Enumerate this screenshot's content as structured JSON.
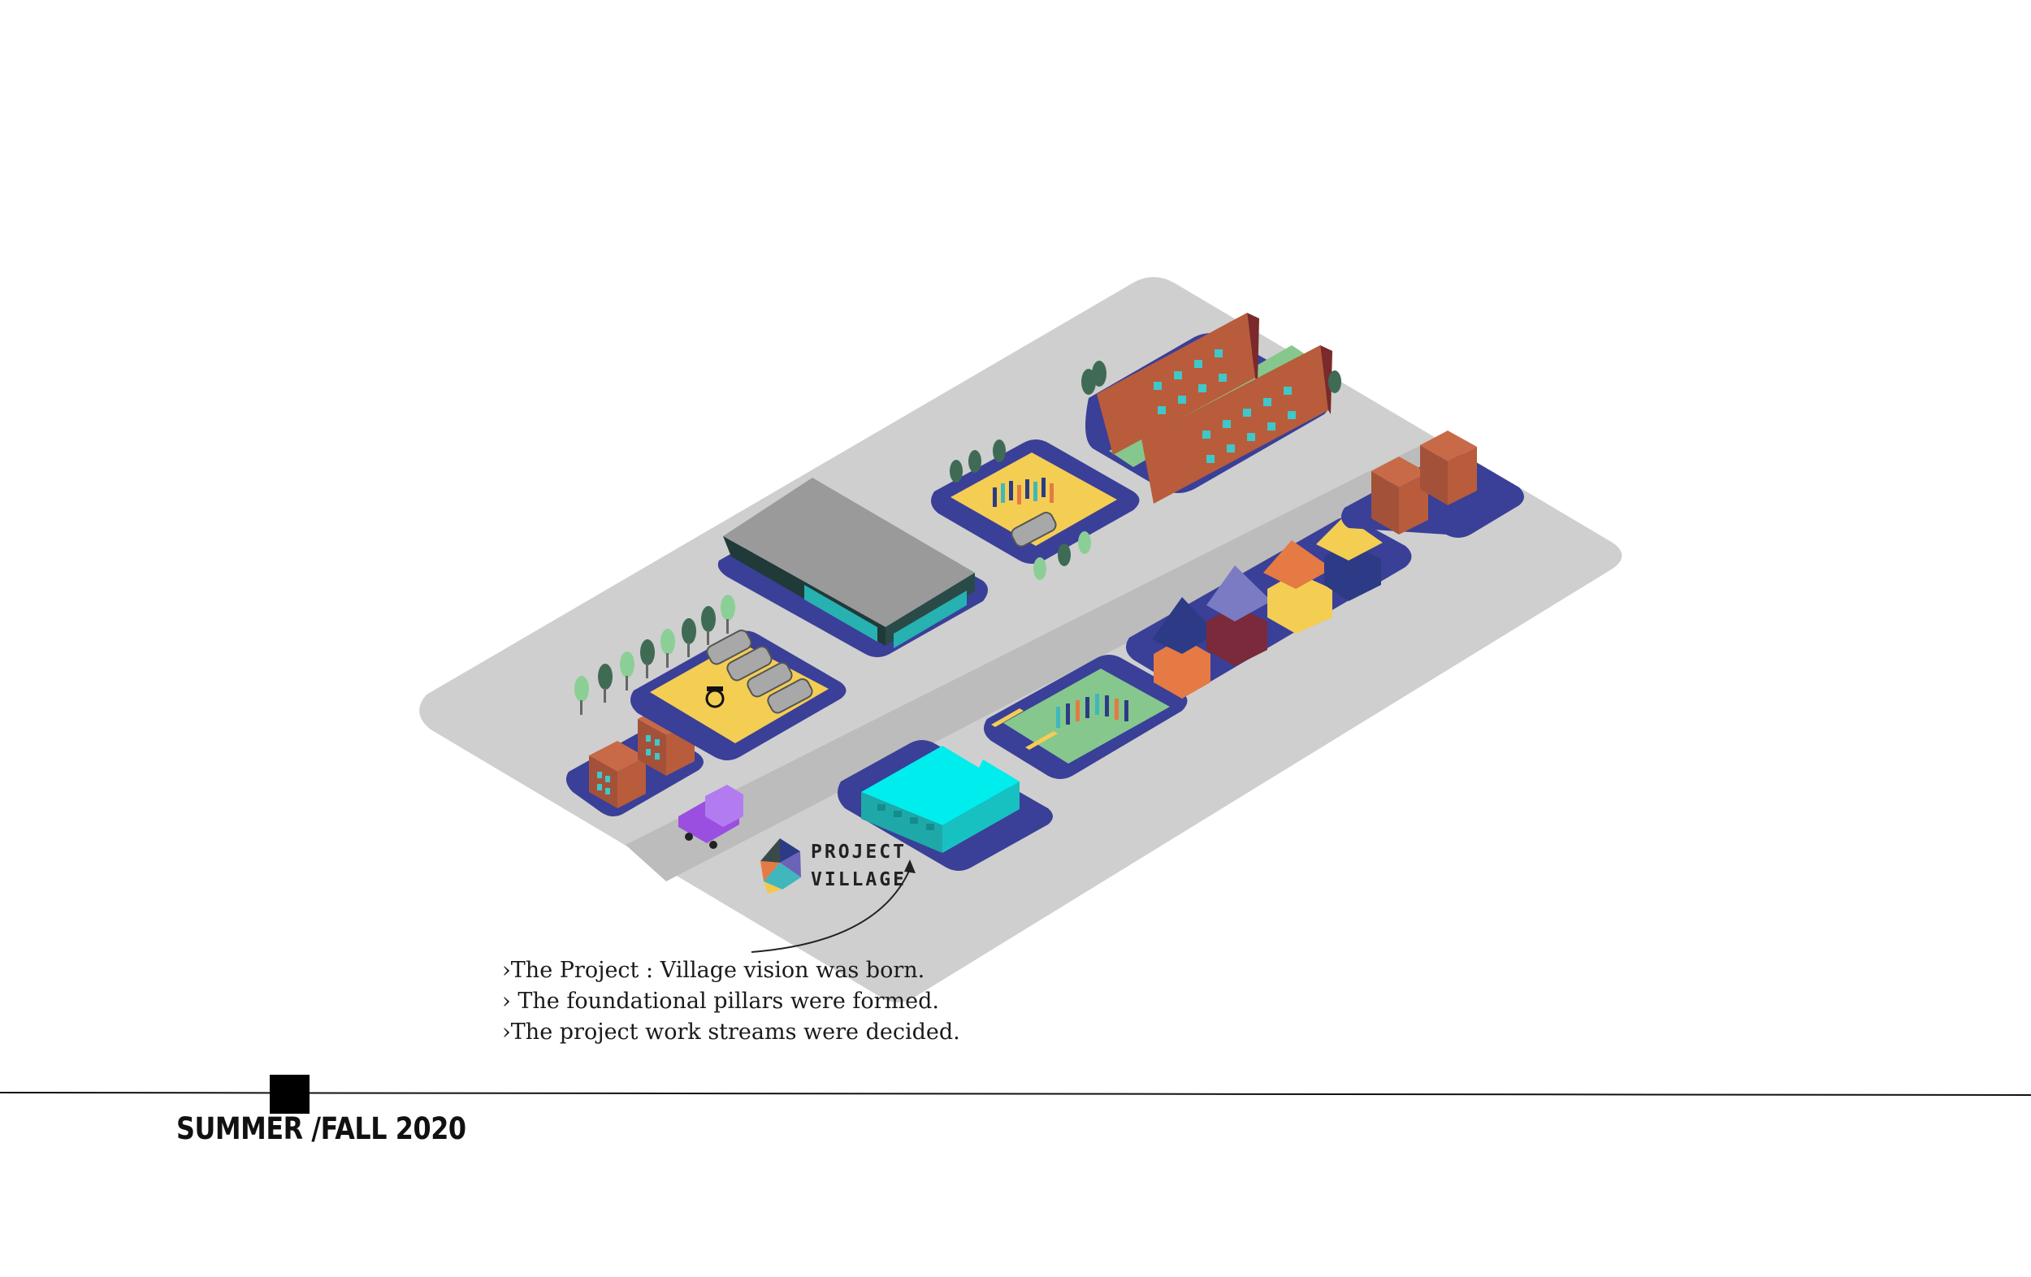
{
  "logo": {
    "line1": "PROJECT",
    "line2": "VILLAGE",
    "colors": [
      "#3a4a4a",
      "#e57a45",
      "#6b63b8",
      "#3fb7bd",
      "#f2c94c"
    ]
  },
  "caption": {
    "lines": [
      "›The Project : Village vision was born.",
      "› The foundational pillars were formed.",
      "›The project work streams were decided."
    ]
  },
  "timeline": {
    "label": "SUMMER /FALL 2020"
  },
  "colors": {
    "ground": "#cfcfcf",
    "road": "#bdbdbd",
    "lot": "#3a3f98",
    "yellow_lot": "#f4cd53",
    "green_lot": "#86c78d",
    "brick": "#b85c3c",
    "cyan_building": "#00eded",
    "truck": "#9b4fe0",
    "roof": "#9a9a9a"
  }
}
